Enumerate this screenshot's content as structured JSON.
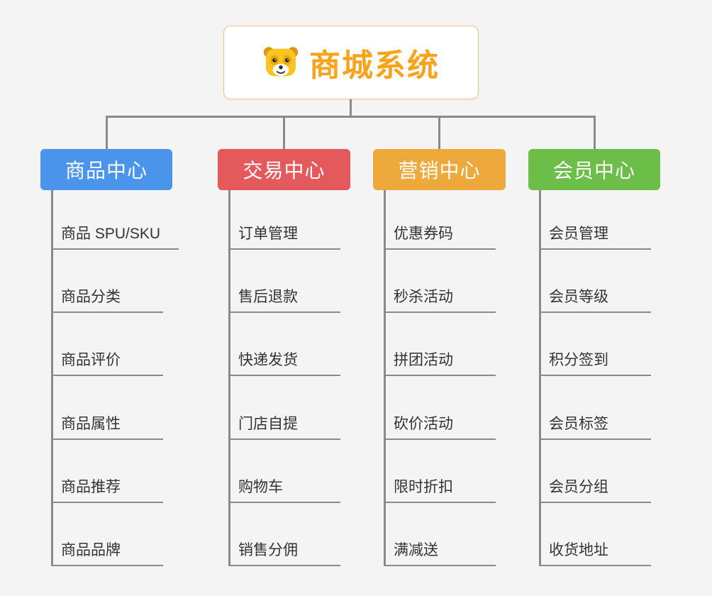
{
  "root": {
    "title": "商城系统",
    "icon": "dog-face-icon"
  },
  "branches": [
    {
      "label": "商品中心",
      "color": "#4b94ec",
      "children": [
        "商品 SPU/SKU",
        "商品分类",
        "商品评价",
        "商品属性",
        "商品推荐",
        "商品品牌"
      ]
    },
    {
      "label": "交易中心",
      "color": "#e3595c",
      "children": [
        "订单管理",
        "售后退款",
        "快递发货",
        "门店自提",
        "购物车",
        "销售分佣"
      ]
    },
    {
      "label": "营销中心",
      "color": "#eda93b",
      "children": [
        "优惠券码",
        "秒杀活动",
        "拼团活动",
        "砍价活动",
        "限时折扣",
        "满减送"
      ]
    },
    {
      "label": "会员中心",
      "color": "#6cbe49",
      "children": [
        "会员管理",
        "会员等级",
        "积分签到",
        "会员标签",
        "会员分组",
        "收货地址"
      ]
    }
  ],
  "colors": {
    "bg": "#f4f4f4",
    "connector": "#8a8a8a",
    "rootBorder": "#f0c48c",
    "titleColor": "#f9a21b",
    "childText": "#333333"
  }
}
